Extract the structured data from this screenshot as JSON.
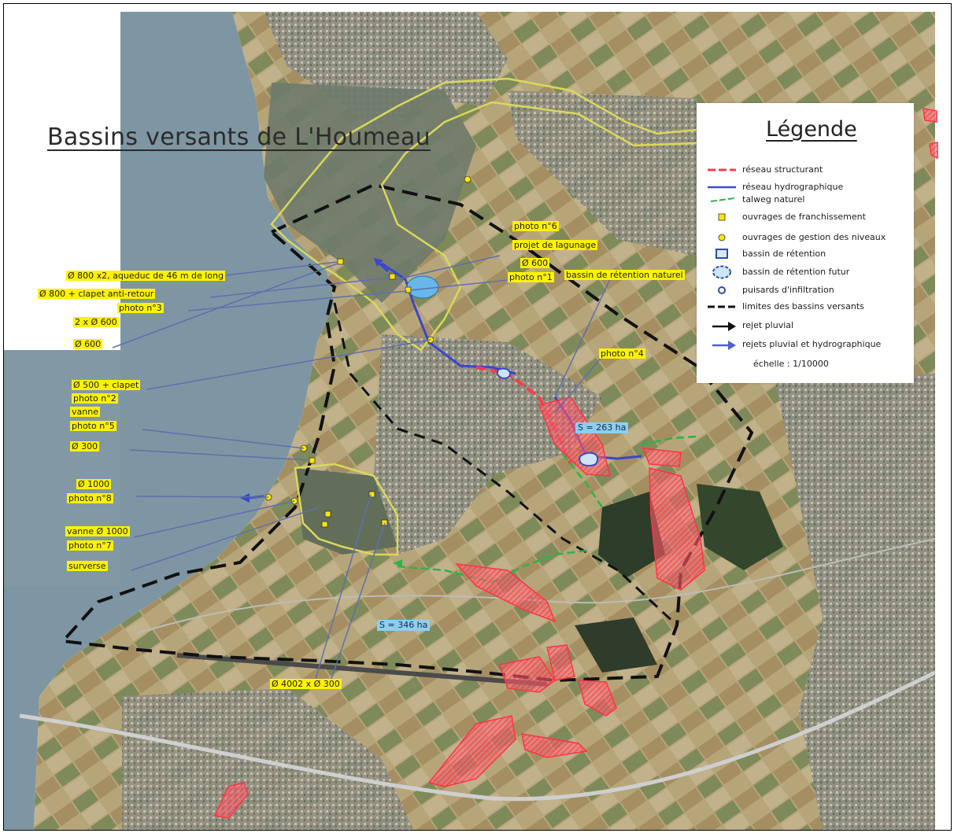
{
  "title": "Bassins versants de L'Houmeau",
  "legend": {
    "title": "Légende",
    "items": [
      {
        "label": "réseau structurant",
        "symbol": "red-dash-line"
      },
      {
        "label": "réseau hydrographique",
        "symbol": "blue-line"
      },
      {
        "label": "talweg naturel",
        "symbol": "green-dash-line"
      },
      {
        "label": "ouvrages de franchissement",
        "symbol": "yellow-square"
      },
      {
        "label": "ouvrages de gestion des niveaux",
        "symbol": "yellow-circle"
      },
      {
        "label": "bassin de rétention",
        "symbol": "blue-rectangle"
      },
      {
        "label": "bassin de rétention futur",
        "symbol": "blue-dashed-ellipse"
      },
      {
        "label": "puisards d'infiltration",
        "symbol": "blue-circle"
      },
      {
        "label": "limites des bassins versants",
        "symbol": "black-dash-line"
      },
      {
        "label": "rejet  pluvial",
        "symbol": "black-arrow"
      },
      {
        "label": "rejets pluvial et hydrographique",
        "symbol": "blue-arrow"
      }
    ],
    "scale": "échelle : 1/10000"
  },
  "annotations": {
    "photo6": "photo n°6",
    "lagunage": "projet de lagunage",
    "d600_1": "Ø 600",
    "photo1": "photo n°1",
    "bassin_naturel": "bassin de rétention naturel",
    "d800x2": "Ø 800 x2, aqueduc de 46 m de long",
    "d800_clapet": "Ø 800 + clapet anti-retour",
    "photo3": "photo n°3",
    "twoxd600": "2 x Ø 600",
    "d600_2": "Ø 600",
    "photo4": "photo n°4",
    "d500_clapet": "Ø 500 + clapet",
    "photo2": "photo n°2",
    "vanne": "vanne",
    "photo5": "photo n°5",
    "d300": "Ø 300",
    "d1000": "Ø 1000",
    "photo8": "photo n°8",
    "vanne_d1000": "vanne Ø 1000",
    "photo7": "photo n°7",
    "surverse": "surverse",
    "d4002": "Ø 4002 x Ø 300"
  },
  "areas": {
    "s263": "S = 263 ha",
    "s346": "S = 346 ha"
  },
  "colors": {
    "sea": "#7f97a4",
    "land": "#a99a72",
    "label_bg": "#fff200",
    "network": "#ff3b4a",
    "hydro": "#3d4dc6",
    "talweg": "#2db34a",
    "boundary": "#111111",
    "area_label_bg": "#8ccff0"
  }
}
